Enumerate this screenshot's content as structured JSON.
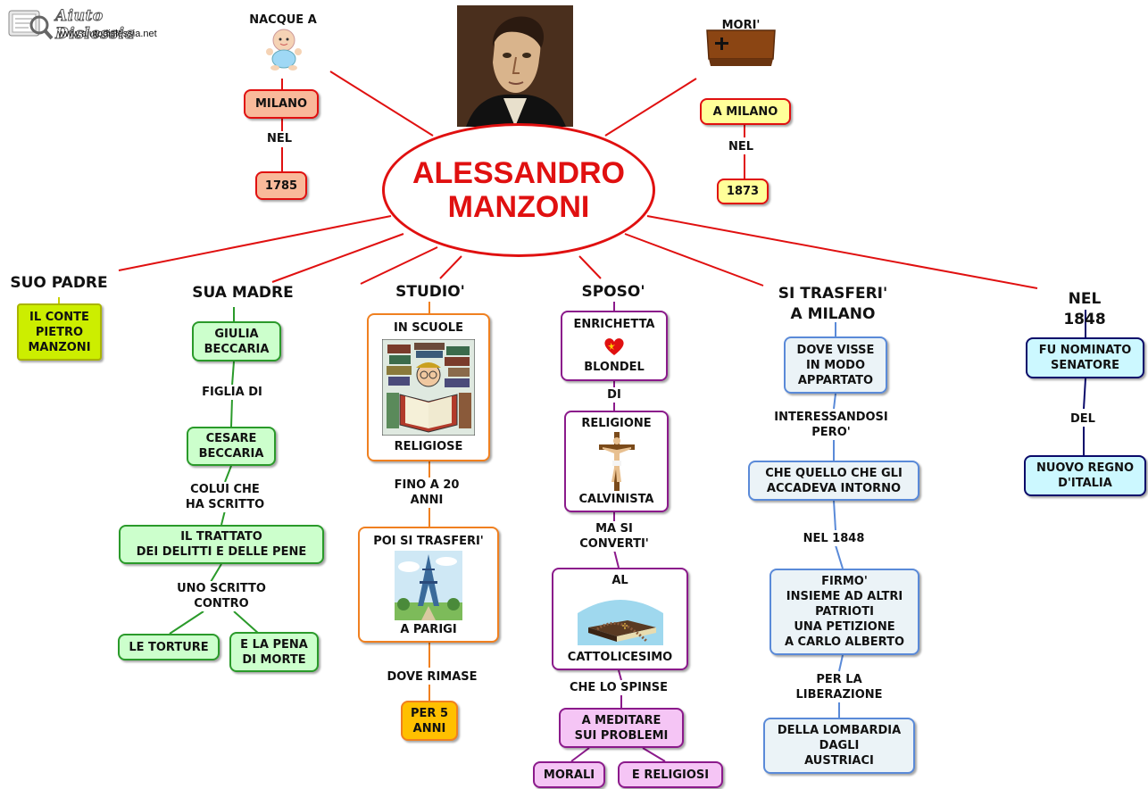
{
  "logo": {
    "name": "Aiuto Dislessia",
    "url": "www.aiutodislessia.net"
  },
  "center": {
    "line1": "ALESSANDRO",
    "line2": "MANZONI"
  },
  "colors": {
    "red": "#e01010",
    "orange": "#f08020",
    "green": "#2a9a2a",
    "purple": "#8b1a8b",
    "blue": "#5a8ad8",
    "navy": "#0a0a6a",
    "yellow": "#ccee00"
  },
  "birth": {
    "label": "NACQUE A",
    "place": "MILANO",
    "link": "NEL",
    "year": "1785"
  },
  "death": {
    "label": "MORI'",
    "place": "A MILANO",
    "link": "NEL",
    "year": "1873"
  },
  "father": {
    "head": "SUO PADRE",
    "name": "IL CONTE\nPIETRO\nMANZONI"
  },
  "mother": {
    "head": "SUA MADRE",
    "name": "GIULIA\nBECCARIA",
    "link1": "FIGLIA DI",
    "father": "CESARE\nBECCARIA",
    "link2": "COLUI CHE\nHA SCRITTO",
    "work": "IL TRATTATO\nDEI DELITTI E DELLE PENE",
    "link3": "UNO SCRITTO\nCONTRO",
    "c1": "LE TORTURE",
    "c2": "E LA PENA\nDI MORTE"
  },
  "study": {
    "head": "STUDIO'",
    "top": "IN SCUOLE",
    "bottom": "RELIGIOSE",
    "link1": "FINO A 20\nANNI",
    "move": "POI SI TRASFERI'",
    "city": "A PARIGI",
    "link2": "DOVE RIMASE",
    "time": "PER 5\nANNI"
  },
  "spouse": {
    "head": "SPOSO'",
    "top": "ENRICHETTA",
    "bottom": "BLONDEL",
    "link1": "DI",
    "rel_top": "RELIGIONE",
    "rel_bottom": "CALVINISTA",
    "link2": "MA SI\nCONVERTI'",
    "cat_top": "AL",
    "cat_bottom": "CATTOLICESIMO",
    "link3": "CHE LO SPINSE",
    "med": "A MEDITARE\nSUI PROBLEMI",
    "m1": "MORALI",
    "m2": "E RELIGIOSI"
  },
  "moved": {
    "head": "SI TRASFERI'\nA MILANO",
    "b1": "DOVE VISSE\nIN MODO\nAPPARTATO",
    "link1": "INTERESSANDOSI\nPERO'",
    "b2": "CHE QUELLO CHE GLI\nACCADEVA INTORNO",
    "link2": "NEL 1848",
    "b3": "FIRMO'\nINSIEME AD ALTRI\nPATRIOTI\nUNA PETIZIONE\nA CARLO ALBERTO",
    "link3": "PER LA\nLIBERAZIONE",
    "b4": "DELLA LOMBARDIA\nDAGLI\nAUSTRIACI"
  },
  "y1848": {
    "head": "NEL 1848",
    "b1": "FU NOMINATO\nSENATORE",
    "link1": "DEL",
    "b2": "NUOVO REGNO\nD'ITALIA"
  },
  "icons": [
    "baby-icon",
    "coffin-icon",
    "portrait-icon",
    "books-reader-icon",
    "heart-icon",
    "crucifix-icon",
    "eiffel-tower-icon",
    "bible-rosary-icon",
    "logo-icon"
  ]
}
